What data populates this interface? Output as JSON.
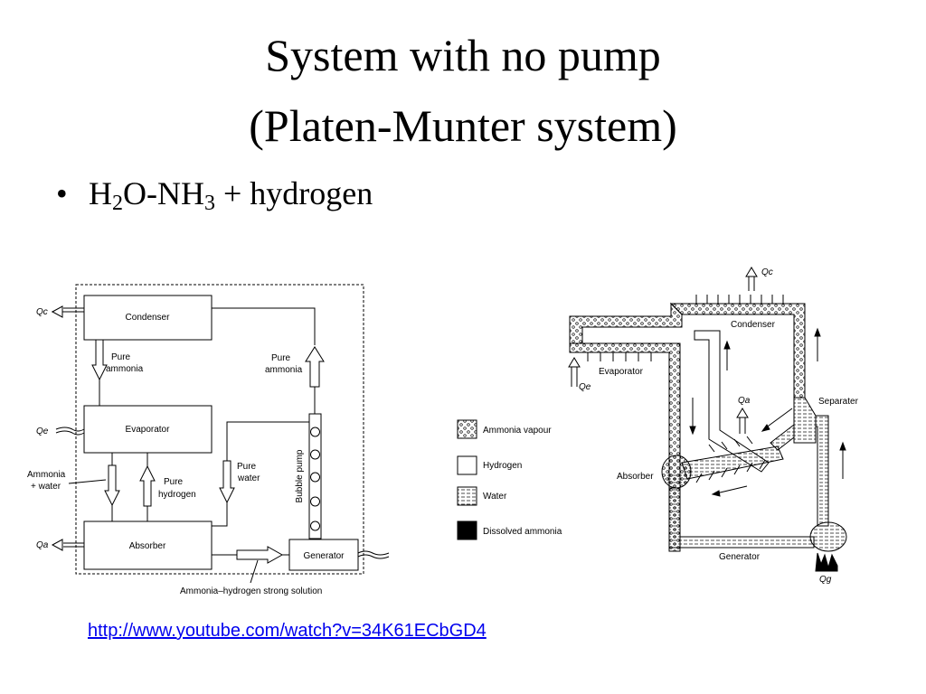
{
  "title": {
    "line1": "System with  no pump",
    "line2": "(Platen-Munter system)"
  },
  "bullet": {
    "h": "H",
    "sub2": "2",
    "o_nh": "O-NH",
    "sub3": "3",
    "rest": " + hydrogen"
  },
  "block_diagram": {
    "condenser": "Condenser",
    "evaporator": "Evaporator",
    "absorber": "Absorber",
    "generator": "Generator",
    "pure_ammonia_left": [
      "Pure",
      "ammonia"
    ],
    "pure_ammonia_right": [
      "Pure",
      "ammonia"
    ],
    "pure_water": [
      "Pure",
      "water"
    ],
    "pure_hydrogen": [
      "Pure",
      "hydrogen"
    ],
    "ammonia_water": [
      "Ammonia",
      "+ water"
    ],
    "bubble_pump": "Bubble pump",
    "strong_solution": "Ammonia–hydrogen strong solution",
    "qc": "Qc",
    "qe": "Qe",
    "qa": "Qa"
  },
  "legend": {
    "items": [
      "Ammonia vapour",
      "Hydrogen",
      "Water",
      "Dissolved ammonia"
    ]
  },
  "pipe_diagram": {
    "condenser": "Condenser",
    "evaporator": "Evaporator",
    "absorber": "Absorber",
    "generator": "Generator",
    "separater": "Separater",
    "qc": "Qc",
    "qe": "Qe",
    "qa": "Qa",
    "qg": "Qg"
  },
  "link": "http://www.youtube.com/watch?v=34K61ECbGD4"
}
